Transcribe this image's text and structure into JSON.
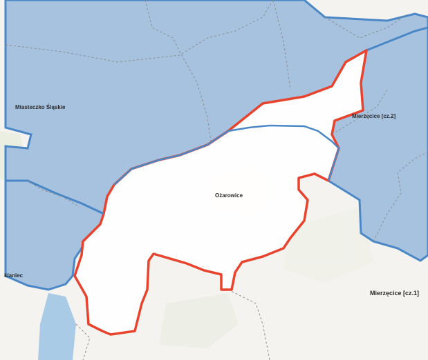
{
  "map": {
    "labels": {
      "miasteczko": "Miasteczko Śląskie",
      "mierzecice_2": "Mierzęcice [cz.2]",
      "ozarowice": "Ożarowice",
      "mierzecice_1": "Mierzęcice [cz.1]",
      "klaniec": "klaniec"
    },
    "colors": {
      "selected_boundary": "#e8432d",
      "neighbor_fill": "#a6c2df",
      "neighbor_border": "#4a87c6",
      "shared_boundary": "#b5475e",
      "background": "#f4f3ef",
      "water": "#a9cbe6"
    }
  }
}
